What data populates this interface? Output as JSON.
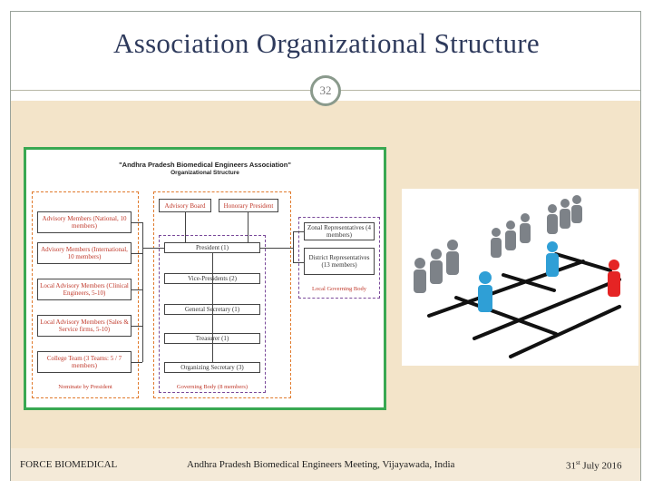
{
  "slide": {
    "title": "Association Organizational Structure",
    "slide_number": "32"
  },
  "org_chart": {
    "title": "\"Andhra Pradesh Biomedical Engineers Association\"",
    "subtitle": "Organizational Structure",
    "top_boxes": [
      "Advisory Board",
      "Honorary President"
    ],
    "advisory": [
      "Advisory Members (National, 10 members)",
      "Advisory Members (International, 10 members)",
      "Local Advisory Members (Clinical Engineers, 5-10)",
      "Local Advisory Members (Sales & Service firms, 5-10)",
      "College Team (3 Teams: 5 / 7 members)"
    ],
    "advisory_caption": "Nominate by President",
    "governing": [
      "President (1)",
      "Vice-Presidents (2)",
      "General Secretary (1)",
      "Treasurer (1)",
      "Organizing Secretary (3)"
    ],
    "governing_caption": "Governing Body (8 members)",
    "local": [
      "Zonal Representatives (4 members)",
      "District Representatives (13 members)"
    ],
    "local_caption": "Local Governing Body"
  },
  "footer": {
    "left": "FORCE BIOMEDICAL",
    "center": "Andhra Pradesh Biomedical Engineers Meeting, Vijayawada, India",
    "right_day": "31",
    "right_suffix": "st",
    "right_rest": " July 2016"
  },
  "colors": {
    "title": "#2e3a5c",
    "body_bg": "#f3e4c9",
    "chart_border": "#39a852",
    "box_text": "#c0392b",
    "dashed_left": "#e07a2c",
    "dashed_right": "#7a4a9a"
  }
}
